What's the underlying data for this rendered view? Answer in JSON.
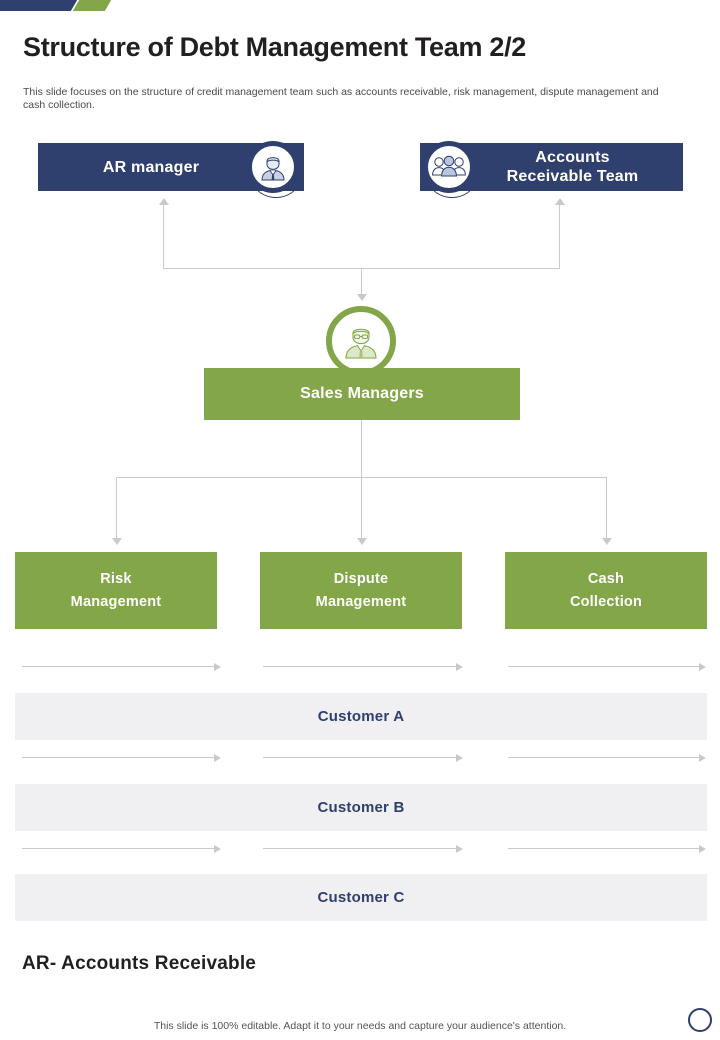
{
  "slide": {
    "title": "Structure of Debt Management Team 2/2",
    "subtitle": "This slide focuses on the structure of credit management team such as accounts receivable, risk management, dispute management and cash collection.",
    "footer_note": "AR- Accounts Receivable",
    "footer_editable": "This slide is 100% editable. Adapt it to your needs and capture your audience's attention."
  },
  "colors": {
    "navy": "#2F3F6E",
    "green": "#82A648",
    "band_gray": "#F0F0F2",
    "connector_gray": "#C9C9C9",
    "title_black": "#231F20",
    "white": "#FFFFFF"
  },
  "top_row": [
    {
      "id": "ar-manager",
      "label": "AR manager",
      "icon": "person-suit-icon",
      "icon_side": "right"
    },
    {
      "id": "ar-team",
      "label": "Accounts\nReceivable Team",
      "label_line1": "Accounts",
      "label_line2": "Receivable Team",
      "icon": "people-group-icon",
      "icon_side": "left"
    }
  ],
  "middle": {
    "id": "sales-managers",
    "label": "Sales Managers",
    "icon": "person-glasses-suit-icon"
  },
  "departments": [
    {
      "id": "risk",
      "line1": "Risk",
      "line2": "Management"
    },
    {
      "id": "dispute",
      "line1": "Dispute",
      "line2": "Management"
    },
    {
      "id": "cash",
      "line1": "Cash",
      "line2": "Collection"
    }
  ],
  "customers": [
    {
      "id": "customer-a",
      "label": "Customer A"
    },
    {
      "id": "customer-b",
      "label": "Customer B"
    },
    {
      "id": "customer-c",
      "label": "Customer C"
    }
  ]
}
